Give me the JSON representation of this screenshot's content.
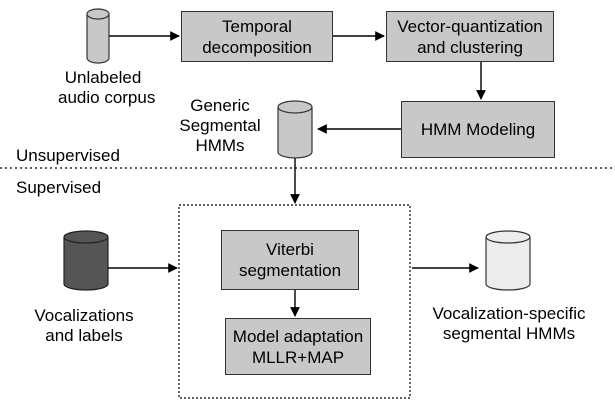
{
  "boxes": {
    "temporal": [
      "Temporal",
      "decomposition"
    ],
    "vq": [
      "Vector-quantization",
      "and clustering"
    ],
    "hmm": "HMM Modeling",
    "viterbi": [
      "Viterbi",
      "segmentation"
    ],
    "adapt": [
      "Model adaptation",
      "MLLR+MAP"
    ]
  },
  "labels": {
    "unlabeled": [
      "Unlabeled",
      "audio corpus"
    ],
    "generic": [
      "Generic",
      "Segmental",
      "HMMs"
    ],
    "unsupervised": "Unsupervised",
    "supervised": "Supervised",
    "vocalizations": [
      "Vocalizations",
      "and labels"
    ],
    "specific": [
      "Vocalization-specific",
      "segmental HMMs"
    ]
  },
  "colors": {
    "box_fill": "#c8c8c8",
    "cyl_gray": "#c8c8c8",
    "cyl_dark": "#555555",
    "cyl_light": "#ececec"
  }
}
